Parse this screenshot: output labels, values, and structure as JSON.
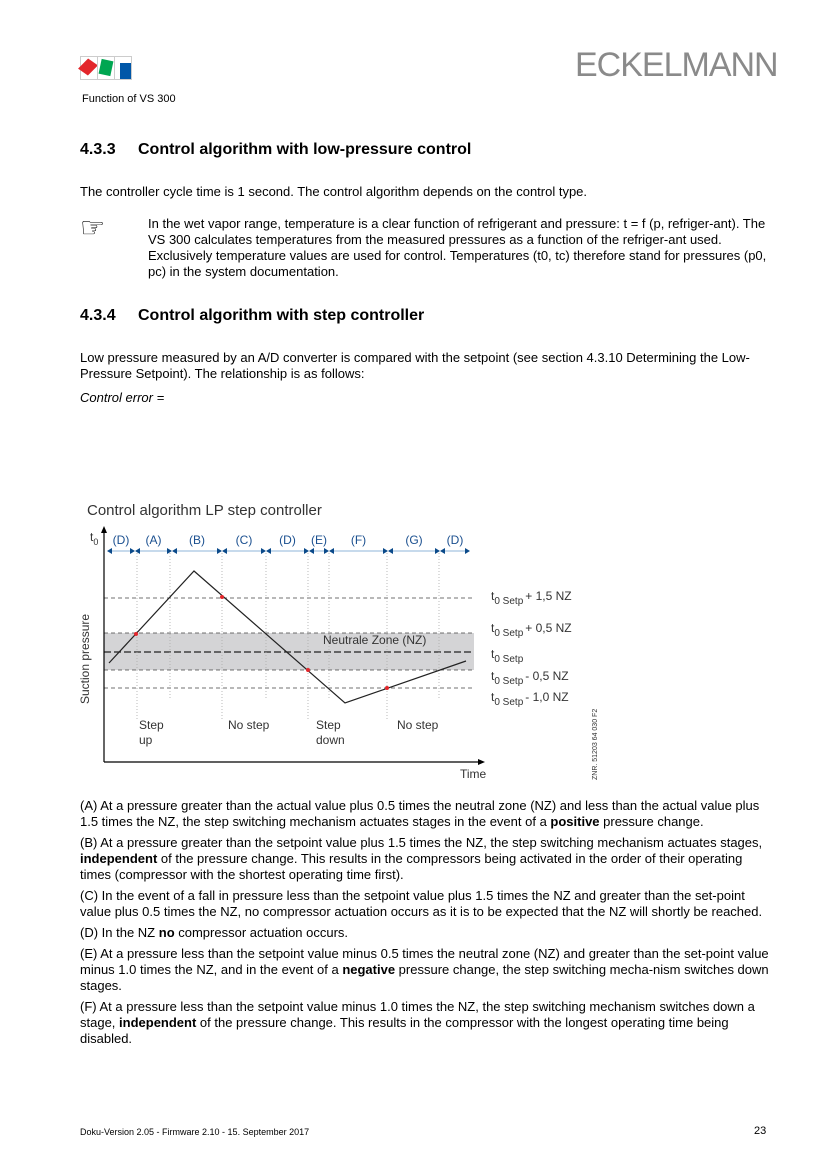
{
  "header": {
    "brand": "ECKELMANN",
    "subtitle": "Function of VS 300",
    "logo_colors": [
      "#e3262b",
      "#00a651",
      "#0057a8"
    ]
  },
  "section1": {
    "number": "4.3.3",
    "title": "Control algorithm with low-pressure control",
    "text": "The controller cycle time is 1 second. The control algorithm depends on the control type.",
    "note": "In the wet vapor range, temperature is a clear function of refrigerant and pressure:  t = f (p, refriger-ant). The VS 300 calculates temperatures from the measured pressures as a function of the refriger-ant used. Exclusively temperature values are used for control. Temperatures (t0, tc) therefore stand for pressures (p0, pc) in the system documentation."
  },
  "section2": {
    "number": "4.3.4",
    "title": "Control algorithm with step controller",
    "text": "Low pressure measured by an A/D converter is compared with the setpoint (see section 4.3.10 Determining the Low-Pressure Setpoint). The relationship is as follows:",
    "formula": "Control error ="
  },
  "diagram": {
    "title": "Control algorithm LP step controller",
    "y_axis": "Suction pressure",
    "y_symbol": "t",
    "y_symbol_sub": "0",
    "x_axis": "Time",
    "intervals": [
      "(D)",
      "(A)",
      "(B)",
      "(C)",
      "(D)",
      "(E)",
      "(F)",
      "(G)",
      "(D)"
    ],
    "levels": [
      {
        "base": "t",
        "sub": "0 Setp",
        "suffix": "+ 1,5 NZ"
      },
      {
        "base": "t",
        "sub": "0 Setp",
        "suffix": "+ 0,5 NZ"
      },
      {
        "base": "t",
        "sub": "0 Setp",
        "suffix": ""
      },
      {
        "base": "t",
        "sub": "0 Setp",
        "suffix": "- 0,5 NZ"
      },
      {
        "base": "t",
        "sub": "0 Setp",
        "suffix": "- 1,0 NZ"
      }
    ],
    "zone_label": "Neutrale Zone (NZ)",
    "actions": [
      [
        "Step",
        "up"
      ],
      [
        "No step",
        ""
      ],
      [
        "Step",
        "down"
      ],
      [
        "No step",
        ""
      ]
    ],
    "code": "ZNR. 51203 64 030 F2"
  },
  "explanations": [
    {
      "pre": "(A) At a pressure greater than the actual value plus 0.5 times the neutral zone (NZ) and less than the actual value plus 1.5 times the NZ, the step switching mechanism actuates stages in the event of a ",
      "bold": "positive",
      "post": " pressure change."
    },
    {
      "pre": "(B) At a pressure greater than the setpoint value plus 1.5 times the NZ, the step switching mechanism actuates stages, ",
      "bold": "independent",
      "post": " of the pressure change. This results in the compressors being activated in the order of their operating times (compressor with the shortest operating time first)."
    },
    {
      "pre": "(C) In the event of a fall in pressure less than the setpoint value plus 1.5 times the NZ and greater than the set-point value plus 0.5 times the NZ, no compressor actuation occurs as it is to be expected that the NZ will shortly be reached.",
      "bold": "",
      "post": ""
    },
    {
      "pre": "(D) In the NZ ",
      "bold": "no",
      "post": " compressor actuation occurs."
    },
    {
      "pre": "(E) At a pressure less than the setpoint value minus 0.5 times the neutral zone (NZ) and greater than the set-point value minus 1.0 times the NZ, and in the event of a ",
      "bold": "negative",
      "post": " pressure change, the step switching mecha-nism switches down stages."
    },
    {
      "pre": "(F) At a pressure less than the setpoint value minus 1.0 times the NZ, the step switching mechanism switches down a stage, ",
      "bold": "independent",
      "post": " of the pressure change. This results in the compressor with the longest operating time being disabled."
    }
  ],
  "footer": {
    "left": "Doku-Version 2.05 - Firmware 2.10 - 15. September 2017",
    "page": "23"
  }
}
